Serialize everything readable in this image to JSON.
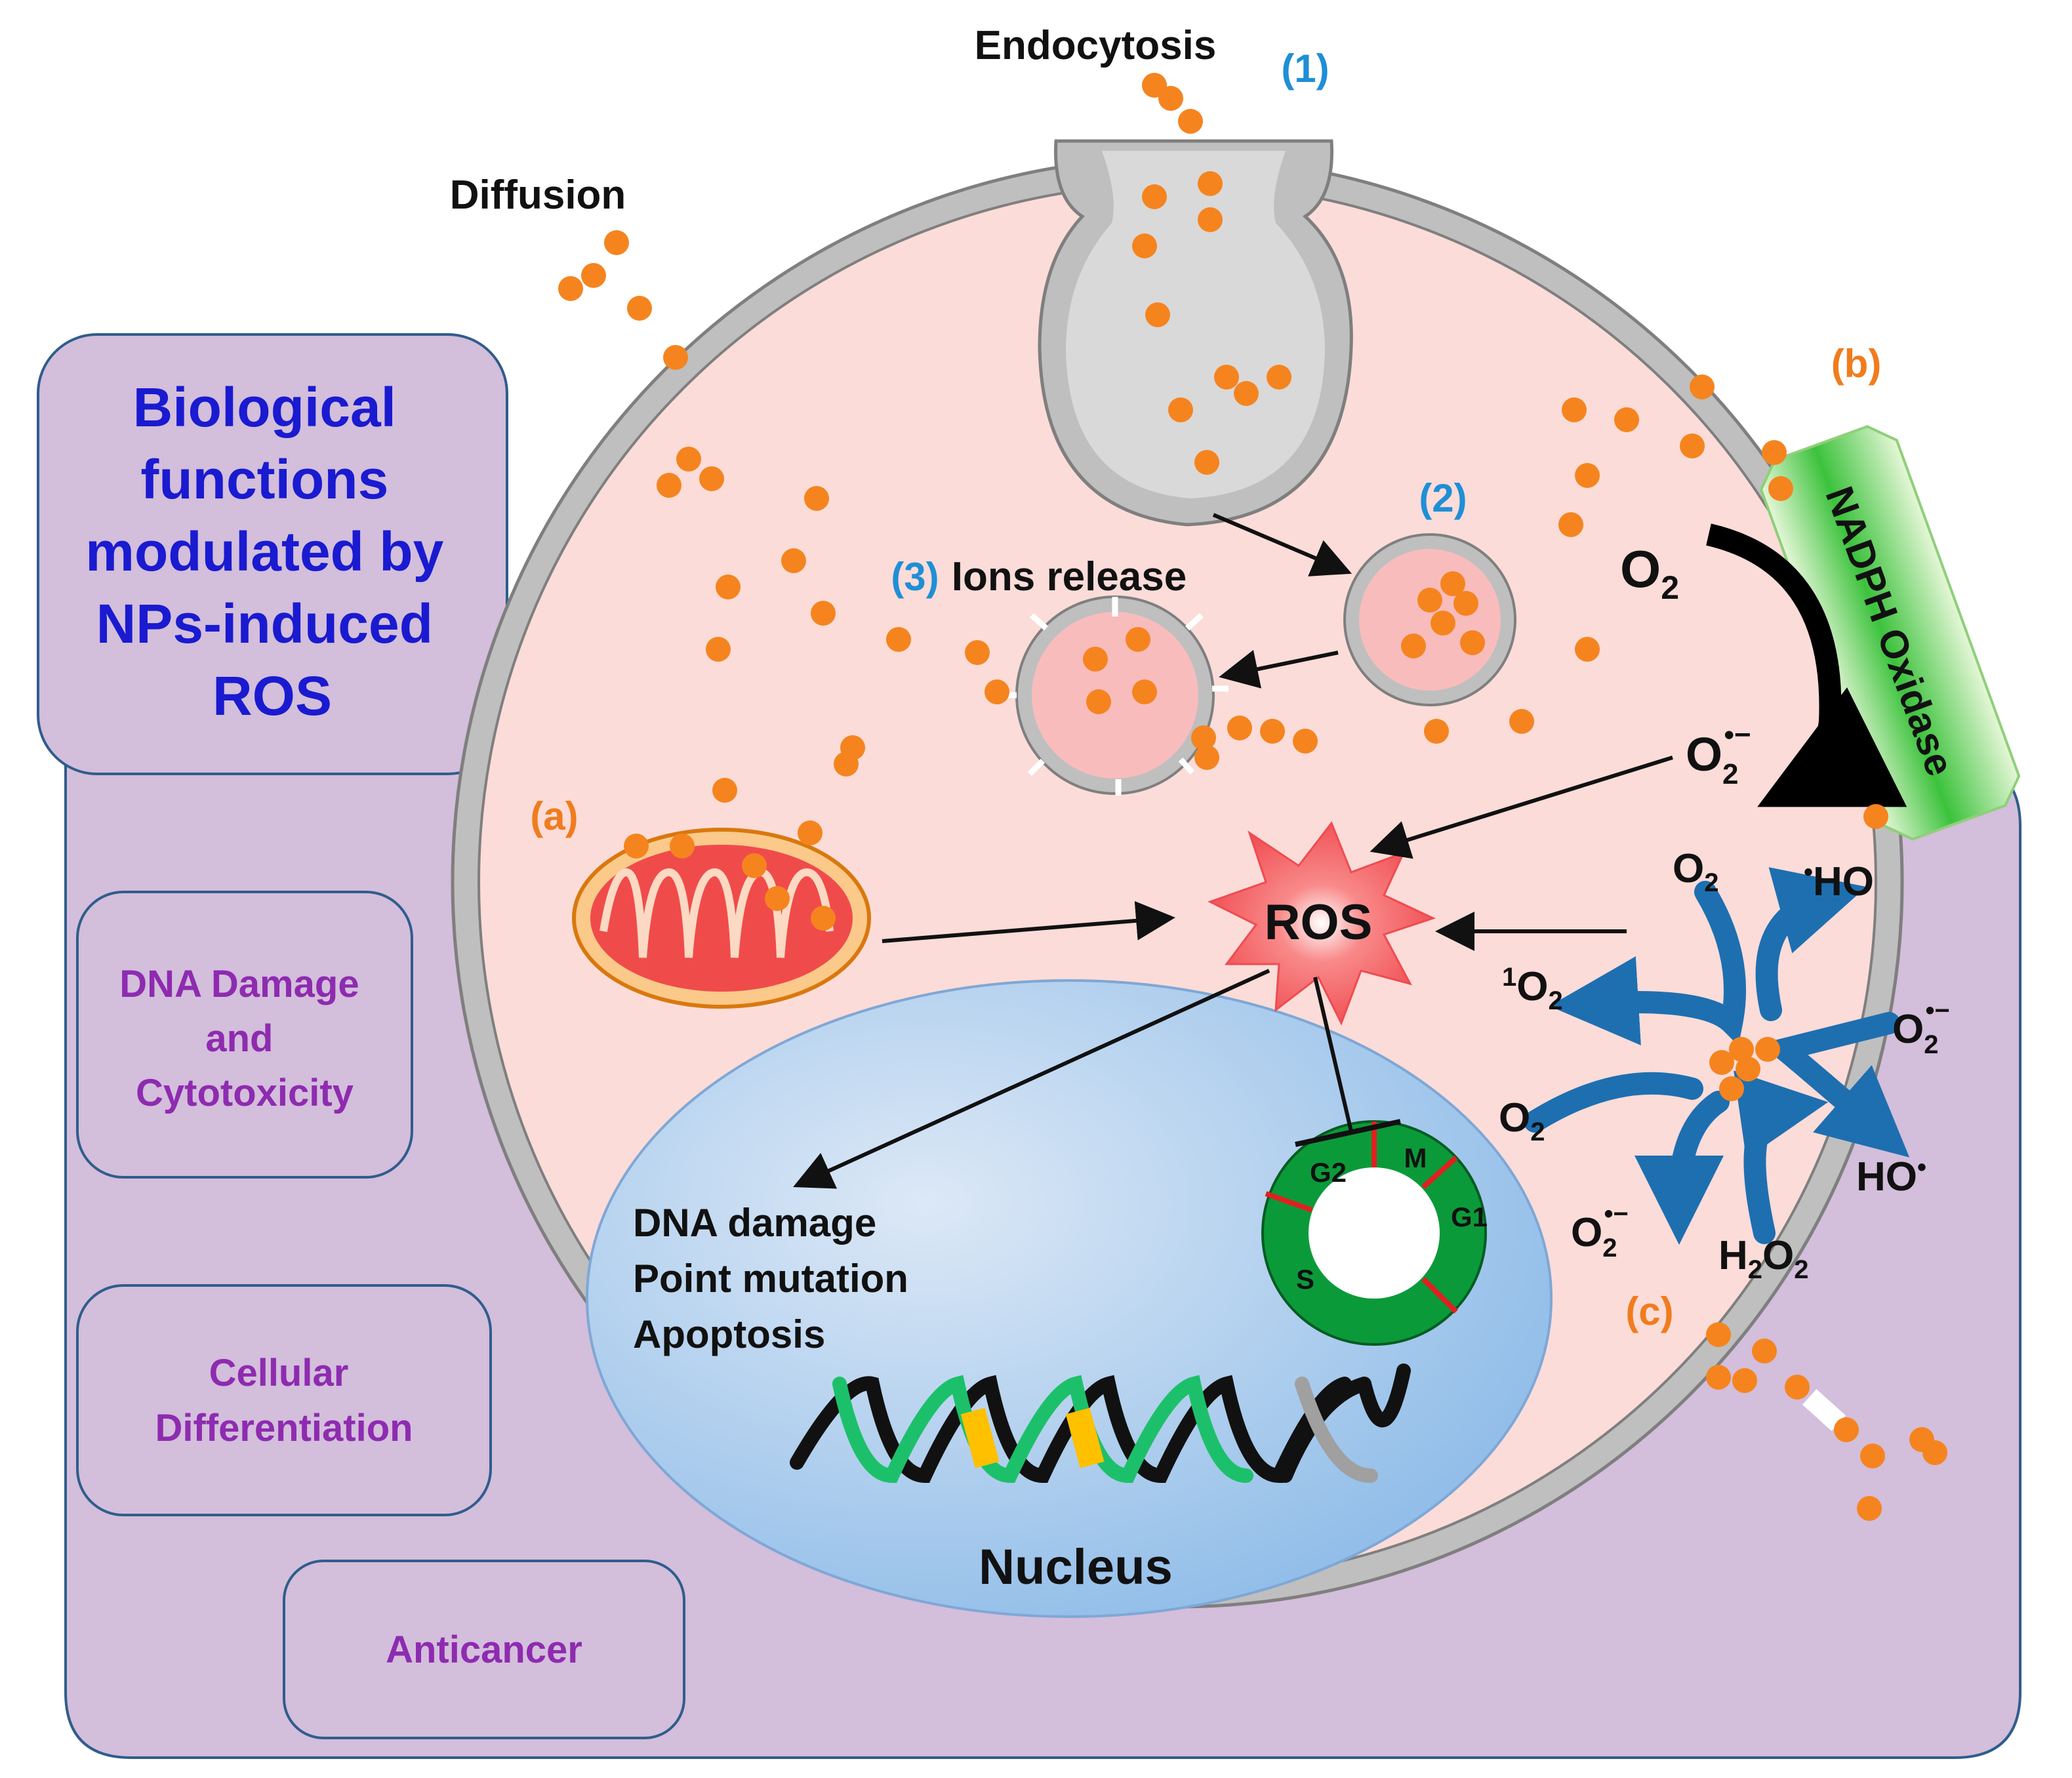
{
  "panel": {
    "title_lines": [
      "Biological",
      "functions",
      "modulated by",
      "NPs-induced",
      "ROS"
    ],
    "functions": [
      {
        "lines": [
          "DNA Damage",
          "and",
          "Cytotoxicity"
        ]
      },
      {
        "lines": [
          "Cellular",
          "Differentiation"
        ]
      },
      {
        "lines": [
          "Anticancer"
        ]
      }
    ]
  },
  "labels": {
    "endocytosis": "Endocytosis",
    "step1": "(1)",
    "diffusion": "Diffusion",
    "step2": "(2)",
    "step3": "(3)",
    "ions_release": "Ions release",
    "tag_a": "(a)",
    "tag_b": "(b)",
    "tag_c": "(c)",
    "nadph": "NADPH Oxidase",
    "ros": "ROS",
    "nucleus": "Nucleus",
    "effects": [
      "DNA damage",
      "Point mutation",
      "Apoptosis"
    ]
  },
  "species": {
    "o2": {
      "base": "O",
      "sub": "2"
    },
    "superoxide": {
      "base": "O",
      "sub": "2",
      "sup": "•−"
    },
    "hydroxyl_left": {
      "sup": "•",
      "base": "HO"
    },
    "hydroxyl_right": {
      "base": "HO",
      "sup": "•"
    },
    "singlet_o2": {
      "sup": "1",
      "base": "O",
      "sub": "2"
    },
    "h2o2": {
      "base": "H",
      "sub": "2",
      "base2": "O",
      "sub2": "2"
    }
  },
  "cell_cycle": [
    "G2",
    "M",
    "G1",
    "S"
  ],
  "colors": {
    "panel_fill": "#d3bedb",
    "panel_stroke": "#2f5d8c",
    "title_blue": "#1a1ad0",
    "function_purple": "#8e2bb0",
    "cytoplasm": "#fbdcd8",
    "membrane": "#bfbfbf",
    "nanoparticle": "#f5841f",
    "step_blue": "#1f8fd6",
    "tag_orange": "#f07c1e",
    "ros_red": "#f0555a",
    "nucleus_blue": "#a9cdef",
    "cycle_green": "#0b9a3a",
    "curve_blue": "#1e6fb0"
  }
}
